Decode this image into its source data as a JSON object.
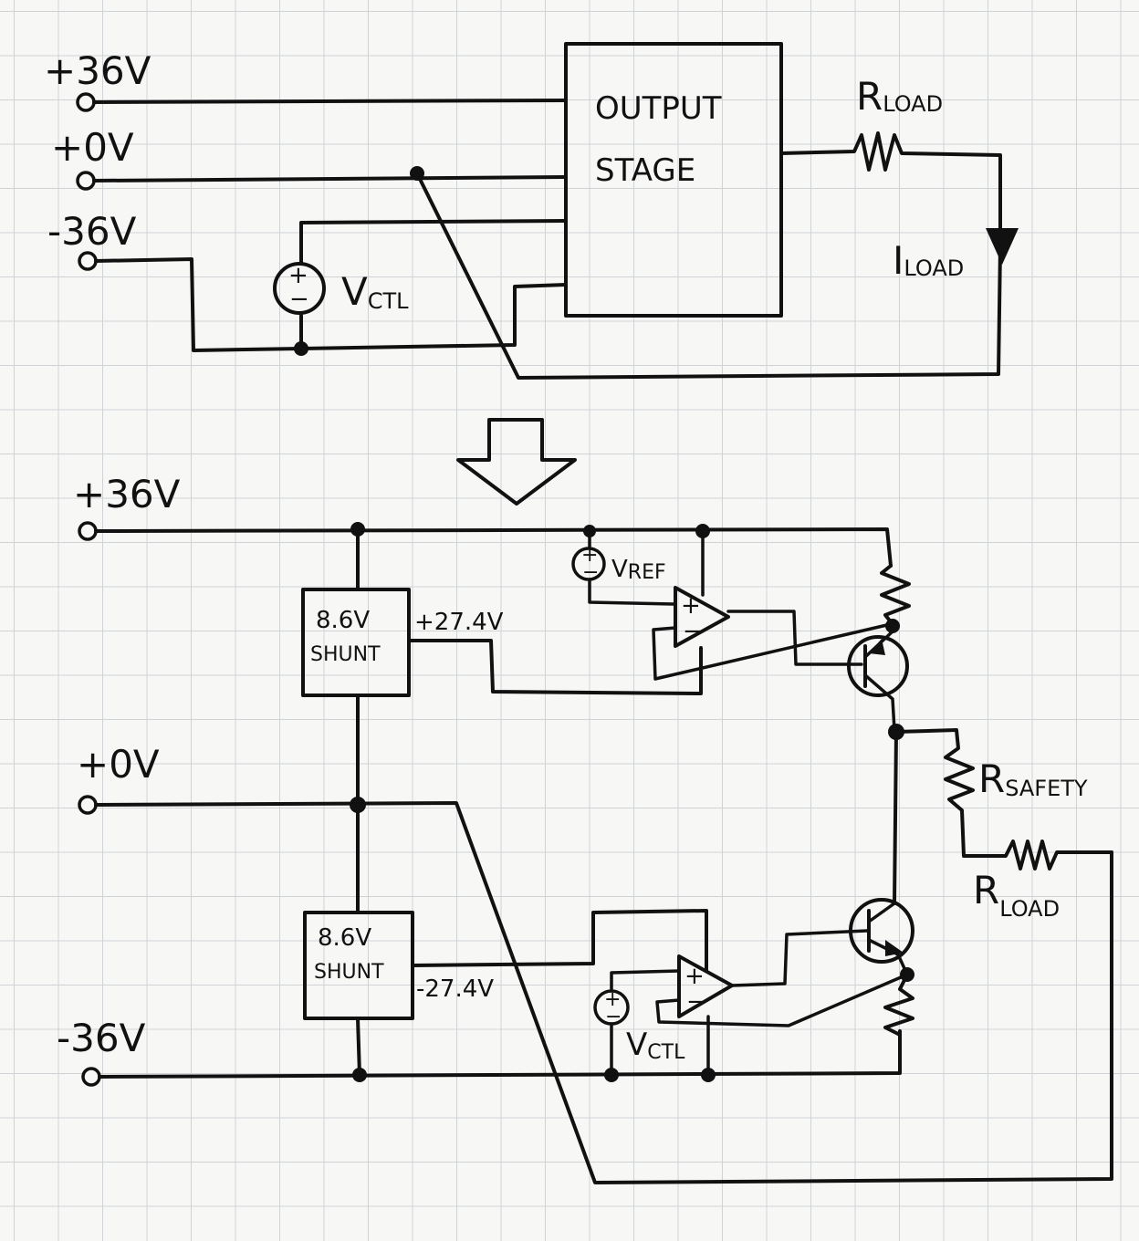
{
  "top": {
    "rail_pos": "+36V",
    "rail_zero": "+0V",
    "rail_neg": "-36V",
    "block_line1": "OUTPUT",
    "block_line2": "STAGE",
    "src_main": "V",
    "src_sub": "CTL",
    "src_plus": "+",
    "src_minus": "−",
    "rload_main": "R",
    "rload_sub": "LOAD",
    "iload_main": "I",
    "iload_sub": "LOAD"
  },
  "bottom": {
    "rail_pos": "+36V",
    "rail_zero": "+0V",
    "rail_neg": "-36V",
    "shunt_top_line1": "8.6V",
    "shunt_top_line2": "SHUNT",
    "shunt_bot_line1": "8.6V",
    "shunt_bot_line2": "SHUNT",
    "v_pos_rail": "+27.4V",
    "v_neg_rail": "-27.4V",
    "vref_main": "V",
    "vref_sub": "REF",
    "vctl_main": "V",
    "vctl_sub": "CTL",
    "opamp_plus": "+",
    "opamp_minus": "−",
    "rsafety_main": "R",
    "rsafety_sub": "SAFETY",
    "rload_main": "R",
    "rload_sub": "LOAD"
  }
}
